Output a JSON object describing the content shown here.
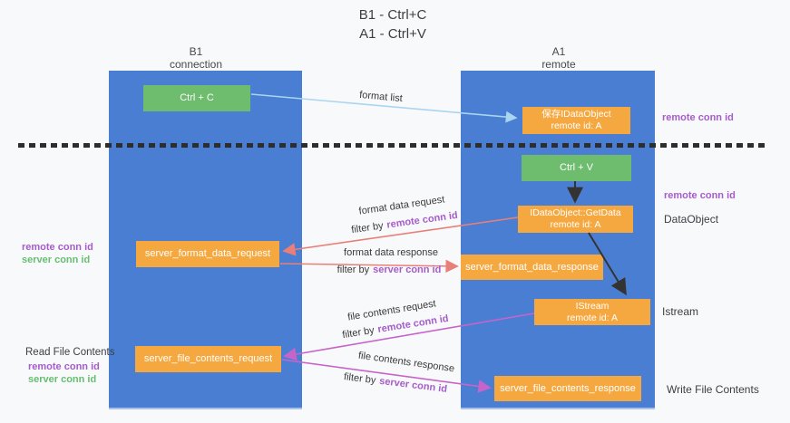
{
  "title": {
    "line1": "B1 - Ctrl+C",
    "line2": "A1 - Ctrl+V"
  },
  "lanes": {
    "left": {
      "name": "B1",
      "subtitle": "connection"
    },
    "right": {
      "name": "A1",
      "subtitle": "remote"
    }
  },
  "nodes": {
    "ctrl_c": {
      "label": "Ctrl + C"
    },
    "ctrl_v": {
      "label": "Ctrl + V"
    },
    "save_dataobject": {
      "line1": "保存IDataObject",
      "line2": "remote id: A"
    },
    "getdata": {
      "line1": "IDataObject::GetData",
      "line2": "remote id: A"
    },
    "istream": {
      "line1": "IStream",
      "line2": "remote id: A"
    },
    "server_format_data_request": {
      "label": "server_format_data_request"
    },
    "server_format_data_response": {
      "label": "server_format_data_response"
    },
    "server_file_contents_request": {
      "label": "server_file_contents_request"
    },
    "server_file_contents_response": {
      "label": "server_file_contents_response"
    }
  },
  "arrow_labels": {
    "format_list": "format list",
    "format_data_request": "format data request",
    "format_data_response": "format data response",
    "file_contents_request": "file contents request",
    "file_contents_response": "file contents response",
    "filter_by": "filter by"
  },
  "side_labels": {
    "remote_conn_id": "remote conn id",
    "server_conn_id": "server conn id",
    "dataobject": "DataObject",
    "istream": "Istream",
    "read_file_contents": "Read File Contents",
    "write_file_contents": "Write File Contents"
  },
  "colors": {
    "lane_blue": "#4a7ed3",
    "node_green": "#6ebd6f",
    "node_orange": "#f6a840",
    "arrow_red": "#e87f79",
    "arrow_magenta": "#c764c9",
    "arrow_light_blue": "#a9d5f1",
    "arrow_black": "#333333",
    "remote_conn_id_text": "#a65ccb",
    "server_conn_id_text": "#67be72"
  }
}
